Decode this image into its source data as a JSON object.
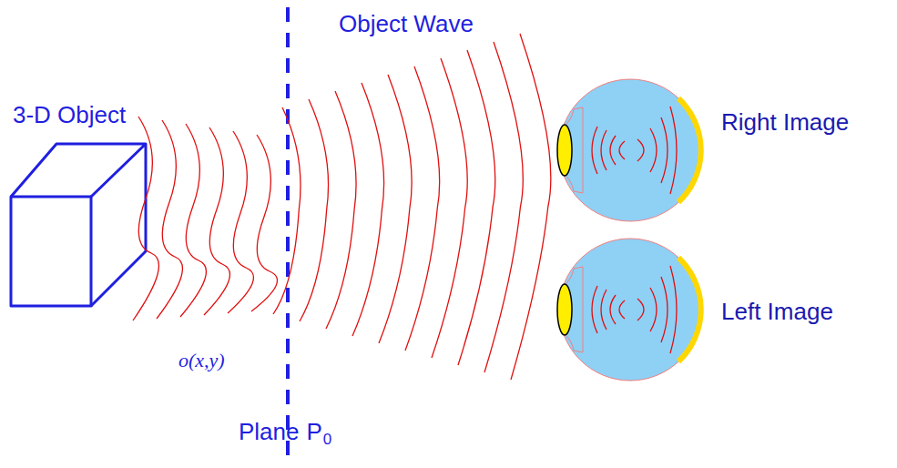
{
  "diagram": {
    "labels": [
      "3-D Object",
      "Object Wave",
      "o(x,y)",
      "Plane",
      "P",
      "0",
      "Right Image",
      "Left Image"
    ]
  }
}
